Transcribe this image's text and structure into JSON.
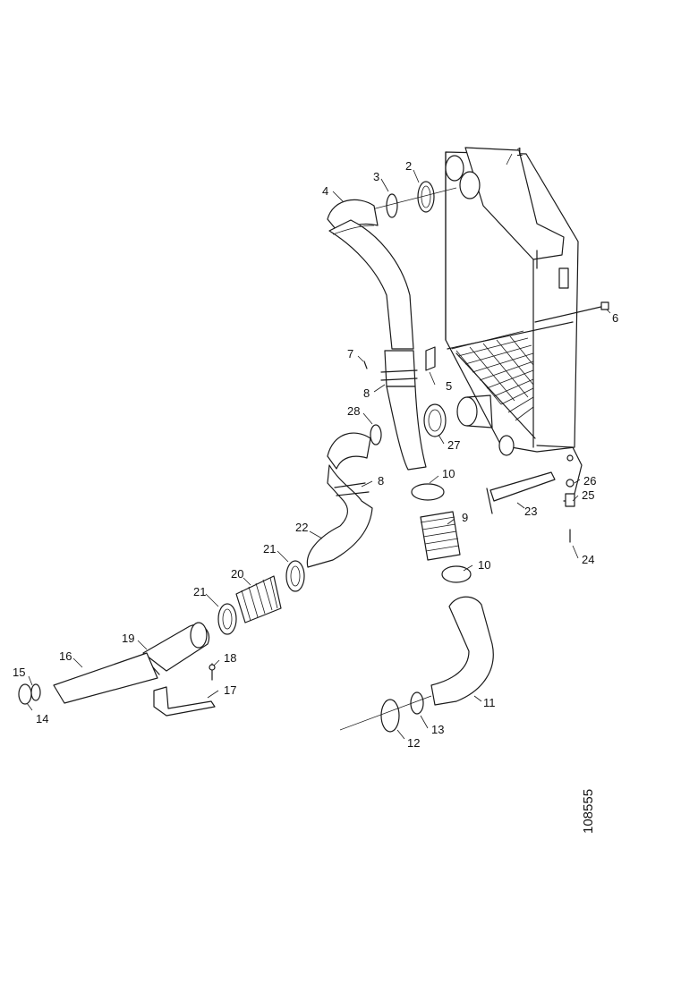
{
  "figure_number": "108555",
  "callouts": [
    {
      "id": "c1",
      "text": "1"
    },
    {
      "id": "c2",
      "text": "2"
    },
    {
      "id": "c3",
      "text": "3"
    },
    {
      "id": "c4",
      "text": "4"
    },
    {
      "id": "c5",
      "text": "5"
    },
    {
      "id": "c6",
      "text": "6"
    },
    {
      "id": "c7",
      "text": "7"
    },
    {
      "id": "c8a",
      "text": "8"
    },
    {
      "id": "c8b",
      "text": "8"
    },
    {
      "id": "c9",
      "text": "9"
    },
    {
      "id": "c10a",
      "text": "10"
    },
    {
      "id": "c10b",
      "text": "10"
    },
    {
      "id": "c11",
      "text": "11"
    },
    {
      "id": "c12",
      "text": "12"
    },
    {
      "id": "c13",
      "text": "13"
    },
    {
      "id": "c14",
      "text": "14"
    },
    {
      "id": "c15",
      "text": "15"
    },
    {
      "id": "c16",
      "text": "16"
    },
    {
      "id": "c17",
      "text": "17"
    },
    {
      "id": "c18",
      "text": "18"
    },
    {
      "id": "c19",
      "text": "19"
    },
    {
      "id": "c20",
      "text": "20"
    },
    {
      "id": "c21a",
      "text": "21"
    },
    {
      "id": "c21b",
      "text": "21"
    },
    {
      "id": "c22",
      "text": "22"
    },
    {
      "id": "c23",
      "text": "23"
    },
    {
      "id": "c24",
      "text": "24"
    },
    {
      "id": "c25",
      "text": "25"
    },
    {
      "id": "c26",
      "text": "26"
    },
    {
      "id": "c27",
      "text": "27"
    },
    {
      "id": "c28",
      "text": "28"
    }
  ]
}
